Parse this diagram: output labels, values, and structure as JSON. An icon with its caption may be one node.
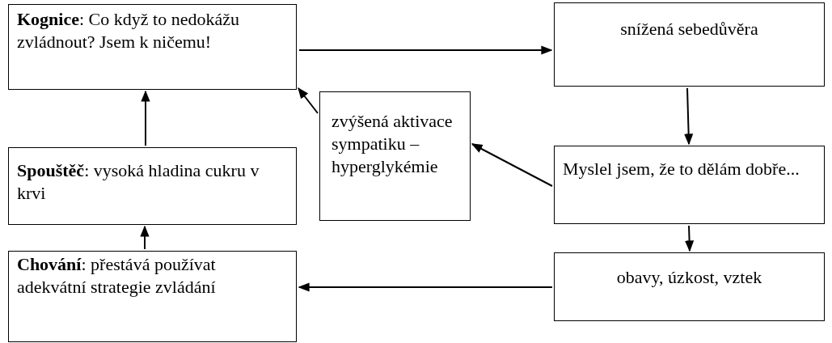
{
  "diagram": {
    "nodes": [
      {
        "text": [
          "**Kognice**: Co když to nedokážu zvládnout? Jsem k ničemu!"
        ]
      },
      {
        "text": [
          "**Spouštěč**: vysoká hladina cukru v krvi"
        ]
      },
      {
        "text": [
          "**Chování**: přestává používat adekvátní strategie zvládání"
        ]
      },
      {
        "text": [
          "zvýšená aktivace sympatiku – hyperglykémie"
        ]
      },
      {
        "text": [
          "snížená sebedůvěra"
        ]
      },
      {
        "text": [
          "Myslel jsem, že to dělám dobře..."
        ]
      },
      {
        "text": [
          "obavy, úzkost, vztek"
        ]
      }
    ],
    "edges": [
      {
        "from": 0,
        "to": 4,
        "arrow": "to"
      },
      {
        "from": 4,
        "to": 5,
        "arrow": "to"
      },
      {
        "from": 5,
        "to": 6,
        "arrow": "to"
      },
      {
        "from": 6,
        "to": 2,
        "arrow": "to"
      },
      {
        "from": 2,
        "to": 1,
        "arrow": "to"
      },
      {
        "from": 1,
        "to": 0,
        "arrow": "to"
      },
      {
        "from": 5,
        "to": 3,
        "arrow": "to"
      },
      {
        "from": 3,
        "to": 0,
        "arrow": "to"
      }
    ]
  }
}
